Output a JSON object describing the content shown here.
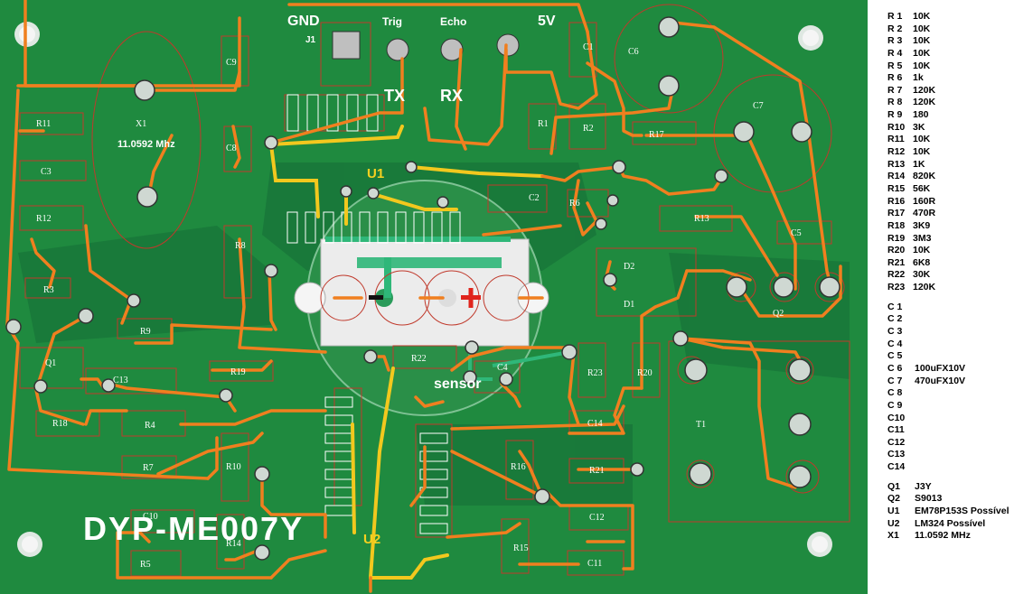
{
  "board": {
    "silk_texts": [
      "GND",
      "5V",
      "J1",
      "Trig",
      "Echo",
      "RX",
      "TX",
      "sensor",
      "DYP-ME007Y"
    ],
    "component_labels": [
      "R11",
      "C3",
      "R12",
      "R3",
      "R9",
      "Q1",
      "R19",
      "C13",
      "R18",
      "R4",
      "R7",
      "C10",
      "R5",
      "R14",
      "R10",
      "C9",
      "C8",
      "X1",
      "R8",
      "R22",
      "C4",
      "C2",
      "R6",
      "R1",
      "R2",
      "C1",
      "C6",
      "C7",
      "R17",
      "R13",
      "C5",
      "D2",
      "D1",
      "Q2",
      "R23",
      "R20",
      "T1",
      "C14",
      "R16",
      "R21",
      "C12",
      "R15",
      "C11"
    ],
    "annotations": {
      "u1": "U1",
      "u2": "U2",
      "x1": "11.0592 Mhz"
    },
    "colors": {
      "board": "#1f8a3f",
      "trace": "#f07f1f",
      "power_trace": "#f2c81e",
      "outline": "#c0392b",
      "silk": "#ffffff"
    }
  },
  "bom": {
    "resistors": [
      {
        "ref": "R 1",
        "value": "10K"
      },
      {
        "ref": "R 2",
        "value": "10K"
      },
      {
        "ref": "R 3",
        "value": "10K"
      },
      {
        "ref": "R 4",
        "value": "10K"
      },
      {
        "ref": "R 5",
        "value": "10K"
      },
      {
        "ref": "R 6",
        "value": "1k"
      },
      {
        "ref": "R 7",
        "value": "120K"
      },
      {
        "ref": "R 8",
        "value": "120K"
      },
      {
        "ref": "R 9",
        "value": "180"
      },
      {
        "ref": "R10",
        "value": "3K"
      },
      {
        "ref": "R11",
        "value": "10K"
      },
      {
        "ref": "R12",
        "value": "10K"
      },
      {
        "ref": "R13",
        "value": "1K"
      },
      {
        "ref": "R14",
        "value": "820K"
      },
      {
        "ref": "R15",
        "value": "56K"
      },
      {
        "ref": "R16",
        "value": "160R"
      },
      {
        "ref": "R17",
        "value": "470R"
      },
      {
        "ref": "R18",
        "value": "3K9"
      },
      {
        "ref": "R19",
        "value": "3M3"
      },
      {
        "ref": "R20",
        "value": "10K"
      },
      {
        "ref": "R21",
        "value": "6K8"
      },
      {
        "ref": "R22",
        "value": "30K"
      },
      {
        "ref": "R23",
        "value": "120K"
      }
    ],
    "capacitors": [
      {
        "ref": "C 1",
        "value": ""
      },
      {
        "ref": "C 2",
        "value": ""
      },
      {
        "ref": "C 3",
        "value": ""
      },
      {
        "ref": "C 4",
        "value": ""
      },
      {
        "ref": "C 5",
        "value": ""
      },
      {
        "ref": "C 6",
        "value": "100uFX10V"
      },
      {
        "ref": "C 7",
        "value": "470uFX10V"
      },
      {
        "ref": "C 8",
        "value": ""
      },
      {
        "ref": "C 9",
        "value": ""
      },
      {
        "ref": "C10",
        "value": ""
      },
      {
        "ref": "C11",
        "value": ""
      },
      {
        "ref": "C12",
        "value": ""
      },
      {
        "ref": "C13",
        "value": ""
      },
      {
        "ref": "C14",
        "value": ""
      }
    ],
    "actives": [
      {
        "ref": "Q1",
        "value": "J3Y"
      },
      {
        "ref": "Q2",
        "value": "S9013"
      },
      {
        "ref": "U1",
        "value": "EM78P153S Possível"
      },
      {
        "ref": "U2",
        "value": "LM324  Possível"
      },
      {
        "ref": "X1",
        "value": "11.0592 MHz"
      }
    ]
  }
}
